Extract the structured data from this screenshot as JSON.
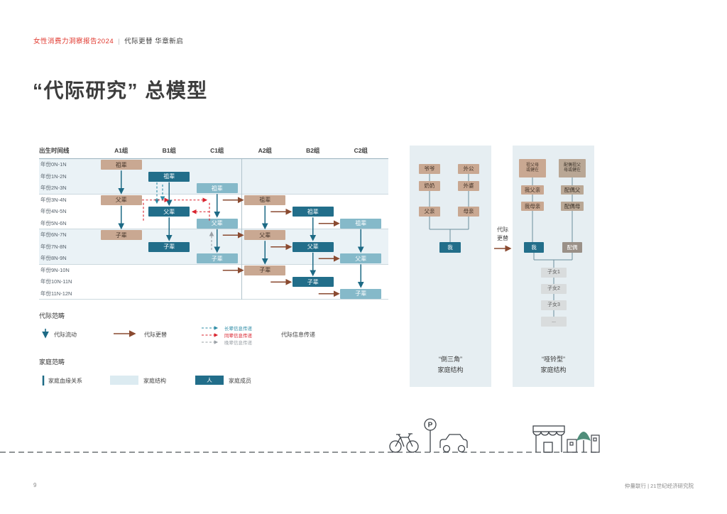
{
  "page_header": {
    "report_title": "女性消费力洞察报告2024",
    "separator": "|",
    "section_title": "代际更替 华章新启"
  },
  "title": "“代际研究” 总模型",
  "matrix": {
    "timeline_header": "出生时间线",
    "group_headers": [
      "A1组",
      "B1组",
      "C1组",
      "A2组",
      "B2组",
      "C2组"
    ],
    "row_labels": [
      "年份0N-1N",
      "年份1N-2N",
      "年份2N-3N",
      "年份3N-4N",
      "年份4N-5N",
      "年份5N-6N",
      "年份6N-7N",
      "年份7N-8N",
      "年份8N-9N",
      "年份9N-10N",
      "年份10N-11N",
      "年份11N-12N"
    ],
    "cells": [
      {
        "row": 0,
        "col": 0,
        "text": "祖辈",
        "tone": "tan"
      },
      {
        "row": 1,
        "col": 1,
        "text": "祖辈",
        "tone": "dark"
      },
      {
        "row": 2,
        "col": 2,
        "text": "祖辈",
        "tone": "light"
      },
      {
        "row": 3,
        "col": 0,
        "text": "父辈",
        "tone": "tan"
      },
      {
        "row": 3,
        "col": 3,
        "text": "祖辈",
        "tone": "tan"
      },
      {
        "row": 4,
        "col": 1,
        "text": "父辈",
        "tone": "dark"
      },
      {
        "row": 4,
        "col": 4,
        "text": "祖辈",
        "tone": "dark"
      },
      {
        "row": 5,
        "col": 2,
        "text": "父辈",
        "tone": "light"
      },
      {
        "row": 5,
        "col": 5,
        "text": "祖辈",
        "tone": "light"
      },
      {
        "row": 6,
        "col": 0,
        "text": "子辈",
        "tone": "tan"
      },
      {
        "row": 6,
        "col": 3,
        "text": "父辈",
        "tone": "tan"
      },
      {
        "row": 7,
        "col": 1,
        "text": "子辈",
        "tone": "dark"
      },
      {
        "row": 7,
        "col": 4,
        "text": "父辈",
        "tone": "dark"
      },
      {
        "row": 8,
        "col": 2,
        "text": "子辈",
        "tone": "light"
      },
      {
        "row": 8,
        "col": 5,
        "text": "父辈",
        "tone": "light"
      },
      {
        "row": 9,
        "col": 3,
        "text": "子辈",
        "tone": "tan"
      },
      {
        "row": 10,
        "col": 4,
        "text": "子辈",
        "tone": "dark"
      },
      {
        "row": 11,
        "col": 5,
        "text": "子辈",
        "tone": "light"
      }
    ]
  },
  "legend": {
    "generation_title": "代际范畴",
    "flow_label": "代际流动",
    "replacement_label": "代际更替",
    "info_items": [
      {
        "label": "长辈信息传递",
        "color": "#2e8ca6"
      },
      {
        "label": "同辈信息传递",
        "color": "#d9232e"
      },
      {
        "label": "晚辈信息传递",
        "color": "#9aa0a6"
      }
    ],
    "info_group_label": "代际信息传递",
    "family_title": "家庭范畴",
    "blood_label": "家庭血缘关系",
    "structure_label": "家庭结构",
    "member_box_text": "人",
    "member_label": "家庭成员"
  },
  "inverted_panel": {
    "nodes": {
      "paternal_grandfather": "爷爷",
      "maternal_grandfather": "外公",
      "paternal_grandmother": "奶奶",
      "maternal_grandmother": "外婆",
      "father": "父亲",
      "mother": "母亲",
      "self": "我"
    },
    "caption_line1": "“倒三角”",
    "caption_line2": "家庭结构"
  },
  "dumbbell_panel": {
    "nodes": {
      "grandparents_self": "祖父母\n或健在",
      "grandparents_spouse": "配偶祖父\n母或健在",
      "father_self": "我父亲",
      "father_spouse": "配偶父",
      "mother_self": "我母亲",
      "mother_spouse": "配偶母",
      "self": "我",
      "spouse": "配偶"
    },
    "children": [
      "子女1",
      "子女2",
      "子女3",
      "..."
    ],
    "caption_line1": "“哑铃型”",
    "caption_line2": "家庭结构"
  },
  "replacement_between": {
    "line1": "代际",
    "line2": "更替"
  },
  "illustration": {
    "parking_sign_letter": "P"
  },
  "footer": {
    "page_number": "9",
    "credit": "仲量联行 | 21世纪经济研究院"
  },
  "colors": {
    "accent_red": "#e0352b",
    "tan": "#c9a892",
    "teal_dark": "#226e8a",
    "teal_light": "#85b9c9",
    "flow_arrow": "#1d6a85",
    "replacement_arrow": "#8a4a30",
    "panel_bg": "#e6eef2"
  }
}
